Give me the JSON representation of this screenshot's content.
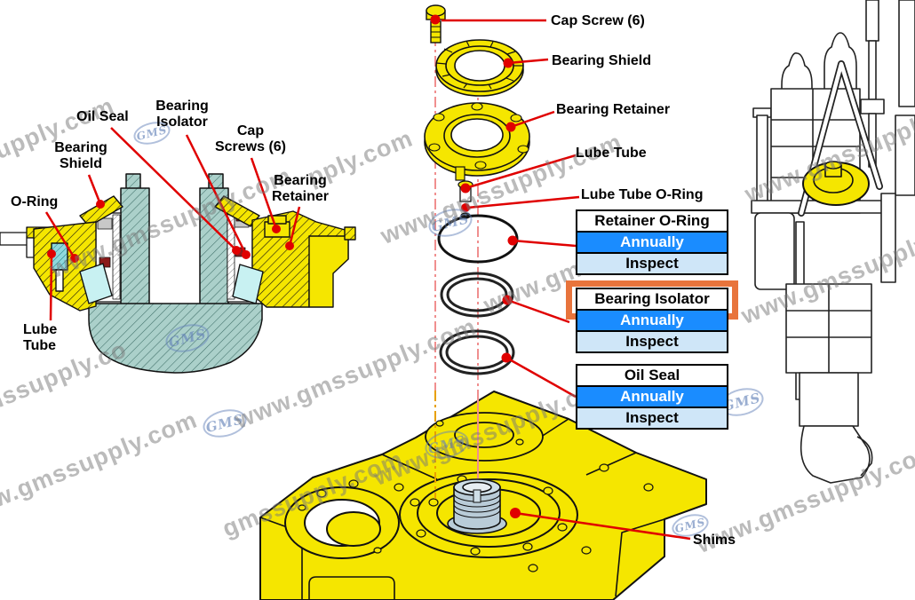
{
  "labels": {
    "left": {
      "oil_seal": "Oil Seal",
      "bearing_isolator": "Bearing\nIsolator",
      "cap_screws": "Cap\nScrews (6)",
      "bearing_shield": "Bearing\nShield",
      "bearing_retainer": "Bearing\nRetainer",
      "o_ring": "O-Ring",
      "lube_tube": "Lube\nTube"
    },
    "exploded": {
      "cap_screw": "Cap Screw (6)",
      "bearing_shield": "Bearing Shield",
      "bearing_retainer": "Bearing Retainer",
      "lube_tube": "Lube Tube",
      "lube_tube_o_ring": "Lube Tube O-Ring",
      "shims": "Shims"
    }
  },
  "tables": [
    {
      "title": "Retainer O-Ring",
      "schedule": "Annually",
      "action": "Inspect"
    },
    {
      "title": "Bearing Isolator",
      "schedule": "Annually",
      "action": "Inspect",
      "highlighted": true
    },
    {
      "title": "Oil Seal",
      "schedule": "Annually",
      "action": "Inspect"
    }
  ],
  "watermark": {
    "full": "www.gmssupply.com",
    "partial_start": "ssupply.com",
    "partial_mid": "www.gms",
    "partial_dot": ".gmssupply.co",
    "partial_tail": "pply.com",
    "partial_gms_com": "gmssupply.com",
    "logo": "GMS"
  },
  "colors": {
    "part_yellow": "#f5e600",
    "schedule_blue": "#1a8cff",
    "action_light_blue": "#cfe6f8",
    "highlight_orange": "#e8743c",
    "leader_red": "#e00000",
    "shaft_teal": "#abd0ca",
    "roller_cyan": "#c8f1f2",
    "hub_blue": "#b9ccd8"
  }
}
